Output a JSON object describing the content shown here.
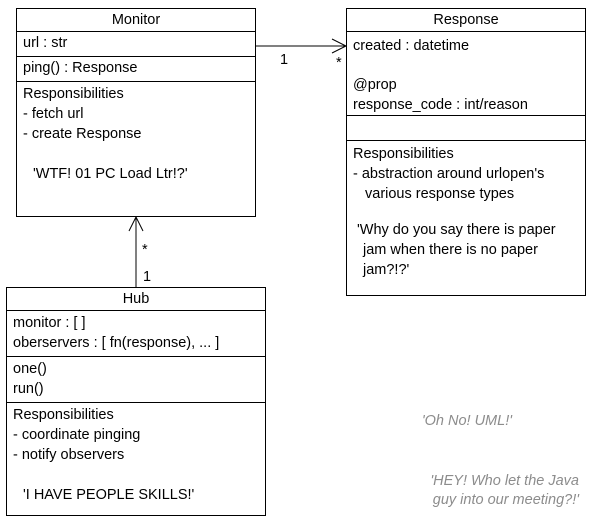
{
  "monitor": {
    "title": "Monitor",
    "attributes": [
      "url : str"
    ],
    "operations": [
      "ping() : Response"
    ],
    "responsibilities_heading": "Responsibilities",
    "responsibilities": [
      "- fetch url",
      "- create Response"
    ],
    "quote": "'WTF! 01 PC Load Ltr!?'"
  },
  "response": {
    "title": "Response",
    "attr_1": "created : datetime",
    "attr_2": "@prop",
    "attr_3": "response_code : int/reason",
    "responsibilities_heading": "Responsibilities",
    "resp_1": "- abstraction around urlopen's",
    "resp_2": "various response types",
    "quote_1": "'Why do you say there is paper",
    "quote_2": "jam when there is no paper",
    "quote_3": "jam?!?'"
  },
  "hub": {
    "title": "Hub",
    "attributes": [
      "monitor : [ ]",
      "oberservers : [ fn(response), ... ]"
    ],
    "operations": [
      "one()",
      "run()"
    ],
    "responsibilities_heading": "Responsibilities",
    "responsibilities": [
      "- coordinate pinging",
      "- notify observers"
    ],
    "quote": "'I HAVE PEOPLE SKILLS!'"
  },
  "multiplicities": {
    "monitor_response_source": "1",
    "monitor_response_target": "*",
    "hub_monitor_target": "*",
    "hub_monitor_source": "1"
  },
  "notes": {
    "note_1": "'Oh No! UML!'",
    "note_2_line_1": "'HEY! Who let the Java",
    "note_2_line_2": "guy into our meeting?!'"
  }
}
